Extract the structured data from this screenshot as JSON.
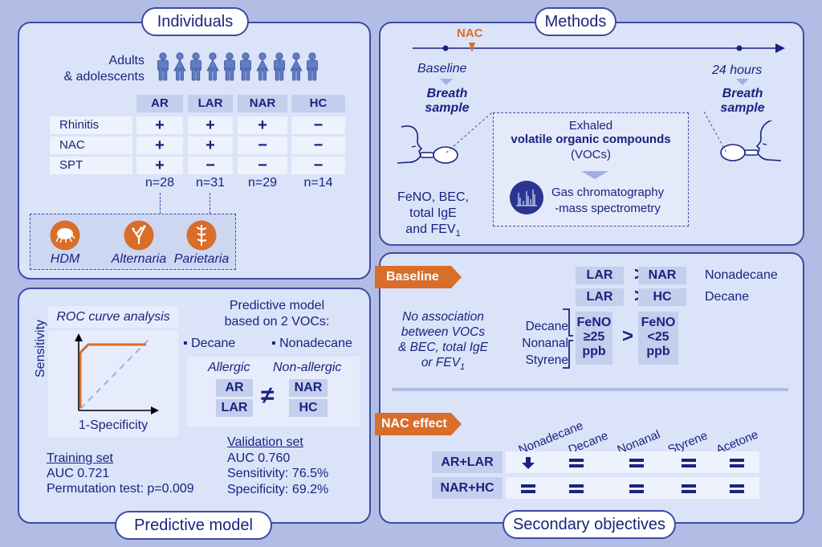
{
  "individuals": {
    "title": "Individuals",
    "population_label_1": "Adults",
    "population_label_2": "& adolescents",
    "people_pattern": [
      "male",
      "female",
      "male",
      "female",
      "male",
      "male",
      "female",
      "male",
      "female",
      "male"
    ],
    "columns": [
      "AR",
      "LAR",
      "NAR",
      "HC"
    ],
    "rows": [
      {
        "label": "Rhinitis",
        "values": [
          "+",
          "+",
          "+",
          "−"
        ]
      },
      {
        "label": "NAC",
        "values": [
          "+",
          "+",
          "−",
          "−"
        ]
      },
      {
        "label": "SPT",
        "values": [
          "+",
          "−",
          "−",
          "−"
        ]
      }
    ],
    "counts": [
      "n=28",
      "n=31",
      "n=29",
      "n=14"
    ],
    "allergens": [
      {
        "name": "HDM",
        "icon": "dust-mite-icon"
      },
      {
        "name": "Alternaria",
        "icon": "fungus-icon"
      },
      {
        "name": "Parietaria",
        "icon": "plant-icon"
      }
    ]
  },
  "methods": {
    "title": "Methods",
    "nac_label": "NAC",
    "baseline_label": "Baseline",
    "hours_label": "24 hours",
    "breath_sample_1": "Breath",
    "breath_sample_2": "sample",
    "exhaled": "Exhaled",
    "voc_full": "volatile organic compounds",
    "voc_abbr": "(VOCs)",
    "gcms_1": "Gas chromatography",
    "gcms_2": "-mass spectrometry",
    "measures": [
      "FeNO, BEC,",
      "total IgE",
      "and FEV"
    ],
    "fev_sub": "1"
  },
  "predictive": {
    "title": "Predictive model",
    "roc_title": "ROC curve analysis",
    "roc_ylabel": "Sensitivity",
    "roc_xlabel": "1-Specificity",
    "model_title_1": "Predictive model",
    "model_title_2": "based on 2 VOCs:",
    "vocs": [
      "▪ Decane",
      "▪ Nonadecane"
    ],
    "allergic_label": "Allergic",
    "nonallergic_label": "Non-allergic",
    "allergic_groups": [
      "AR",
      "LAR"
    ],
    "nonallergic_groups": [
      "NAR",
      "HC"
    ],
    "neq_symbol": "≠",
    "training": {
      "heading": "Training set",
      "auc": "AUC 0.721",
      "permutation": "Permutation test: p=0.009"
    },
    "validation": {
      "heading": "Validation set",
      "auc": "AUC 0.760",
      "sensitivity": "Sensitivity: 76.5%",
      "specificity": "Specificity: 69.2%"
    }
  },
  "secondary": {
    "title": "Secondary objectives",
    "baseline_tag": "Baseline",
    "no_assoc": [
      "No association",
      "between VOCs",
      "& BEC, total IgE",
      "or FEV"
    ],
    "no_assoc_sub": "1",
    "comparisons": [
      {
        "left": "LAR",
        "op": ">",
        "right": "NAR",
        "voc": "Nonadecane"
      },
      {
        "left": "LAR",
        "op": ">",
        "right": "HC",
        "voc": "Decane"
      }
    ],
    "feno_vocs": [
      "Decane",
      "Nonanal",
      "Styrene"
    ],
    "feno_high": [
      "FeNO",
      "≥25",
      "ppb"
    ],
    "feno_low": [
      "FeNO",
      "<25",
      "ppb"
    ],
    "feno_op": ">",
    "nac_tag": "NAC effect",
    "nac_columns": [
      "Nonadecane",
      "Decane",
      "Nonanal",
      "Styrene",
      "Acetone"
    ],
    "nac_rows": [
      {
        "group": "AR+LAR",
        "effects": [
          "decrease",
          "equal",
          "equal",
          "equal",
          "equal"
        ]
      },
      {
        "group": "NAR+HC",
        "effects": [
          "equal",
          "equal",
          "equal",
          "equal",
          "equal"
        ]
      }
    ]
  },
  "colors": {
    "navy": "#1a237e",
    "orange": "#d96d2a",
    "panel": "#dae3f8",
    "background": "#b1bde4"
  }
}
